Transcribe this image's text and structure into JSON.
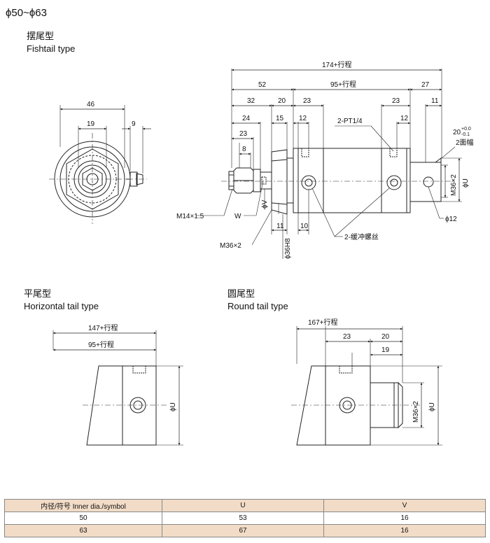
{
  "header": {
    "range": "ϕ50~ϕ63"
  },
  "fishtail": {
    "title_cn": "摆尾型",
    "title_en": "Fishtail type",
    "dims": {
      "total": "174+行程",
      "d52": "52",
      "d95": "95+行程",
      "d27": "27",
      "d32": "32",
      "d20": "20",
      "d23a": "23",
      "d23b": "23",
      "d11a": "11",
      "d24": "24",
      "d15": "15",
      "d12a": "12",
      "d23c": "23",
      "d12b": "12",
      "d8": "8",
      "d46": "46",
      "d19": "19",
      "d9": "9",
      "port": "2-PT1/4",
      "angle": "20",
      "tol_plus": "+0.0",
      "tol_minus": "-0.1",
      "width_faces": "2面幅",
      "m36_right": "M36×2",
      "phiU": "ϕU",
      "phi12": "ϕ12",
      "m14": "M14×1.5",
      "w": "W",
      "phiV": "ϕV",
      "m36_left": "M36×2",
      "phi36": "ϕ36H8",
      "d11b": "11",
      "d10": "10",
      "cushion": "2-缓冲螺丝"
    }
  },
  "horizontal": {
    "title_cn": "平尾型",
    "title_en": "Horizontal tail type",
    "dims": {
      "d147": "147+行程",
      "d95": "95+行程",
      "phiU": "ϕU"
    }
  },
  "round": {
    "title_cn": "圆尾型",
    "title_en": "Round tail type",
    "dims": {
      "d167": "167+行程",
      "d23": "23",
      "d20": "20",
      "d19": "19",
      "m36": "M36×2",
      "phiU": "ϕU"
    }
  },
  "table": {
    "headers": [
      "内径/符号 Inner dia./symbol",
      "U",
      "V"
    ],
    "rows": [
      [
        "50",
        "53",
        "16"
      ],
      [
        "63",
        "67",
        "16"
      ]
    ]
  },
  "colors": {
    "table_header": "#f2dcc7",
    "line": "#222222",
    "bg": "#ffffff"
  }
}
